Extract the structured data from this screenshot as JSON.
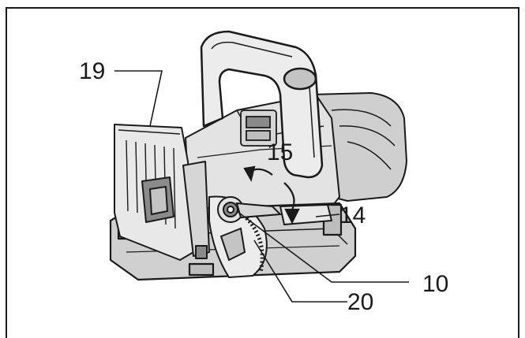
{
  "callouts": {
    "c19": "19",
    "c15": "15",
    "c14": "14",
    "c10": "10",
    "c20": "20"
  },
  "colors": {
    "line": "#1a1a1a",
    "shade_light": "#e3e3e3",
    "shade_mid": "#c4c4c4",
    "shade_dark": "#8a8a8a"
  }
}
